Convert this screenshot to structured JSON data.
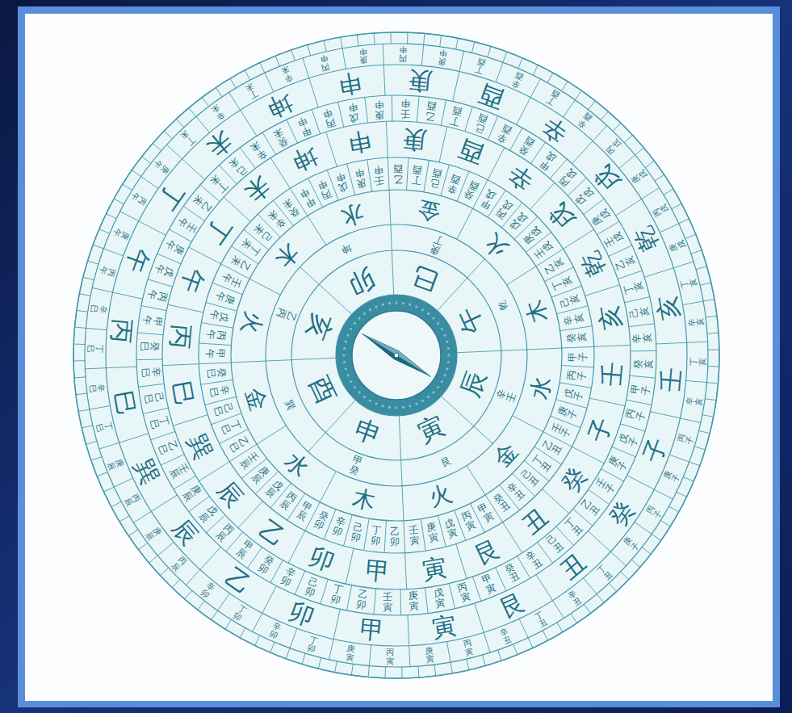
{
  "diagram": {
    "labels": [
      "辰",
      "寅",
      "申",
      "酉",
      "亥",
      "卯",
      "巳",
      "午",
      "辛壬",
      "艮",
      "甲癸",
      "巽",
      "乙丙",
      "坤",
      "庚丁",
      "乾",
      "水",
      "金",
      "火",
      "木",
      "水",
      "金",
      "火",
      "木",
      "水",
      "金",
      "火",
      "木",
      "甲子",
      "丙子",
      "戊子",
      "庚子",
      "壬子",
      "乙丑",
      "丁丑",
      "己丑",
      "辛丑",
      "癸丑",
      "甲寅",
      "丙寅",
      "戊寅",
      "庚寅",
      "壬寅",
      "乙卯",
      "丁卯",
      "己卯",
      "辛卯",
      "癸卯",
      "甲辰",
      "丙辰",
      "戊辰",
      "庚辰",
      "壬辰",
      "乙巳",
      "丁巳",
      "己巳",
      "辛巳",
      "癸巳",
      "甲午",
      "丙午",
      "戊午",
      "庚午",
      "壬午",
      "乙未",
      "丁未",
      "己未",
      "辛未",
      "癸未",
      "甲申",
      "丙申",
      "戊申",
      "庚申",
      "壬申",
      "乙酉",
      "丁酉",
      "己酉",
      "辛酉",
      "癸酉",
      "甲戌",
      "丙戌",
      "戊戌",
      "庚戌",
      "壬戌",
      "乙亥",
      "丁亥",
      "己亥",
      "辛亥",
      "癸亥",
      "子",
      "癸",
      "丑",
      "艮",
      "寅",
      "甲",
      "卯",
      "乙",
      "辰",
      "巽",
      "巳",
      "丙",
      "午",
      "丁",
      "未",
      "坤",
      "申",
      "庚",
      "酉",
      "辛",
      "戌",
      "乾",
      "亥",
      "壬",
      "甲子",
      "丙子",
      "戊子",
      "庚子",
      "壬子",
      "乙丑",
      "丁丑",
      "己丑",
      "辛丑",
      "癸丑",
      "甲寅",
      "丙寅",
      "戊寅",
      "庚寅",
      "壬寅",
      "乙卯",
      "丁卯",
      "己卯",
      "辛卯",
      "癸卯",
      "甲辰",
      "丙辰",
      "戊辰",
      "庚辰",
      "壬辰",
      "乙巳",
      "丁巳",
      "己巳",
      "辛巳",
      "癸巳",
      "甲午",
      "丙午",
      "戊午",
      "庚午",
      "壬午",
      "乙未",
      "丁未",
      "己未",
      "辛未",
      "癸未",
      "甲申",
      "丙申",
      "戊申",
      "庚申",
      "壬申",
      "乙酉",
      "丁酉",
      "己酉",
      "辛酉",
      "癸酉",
      "甲戌",
      "丙戌",
      "戊戌",
      "庚戌",
      "壬戌",
      "乙亥",
      "丁亥",
      "己亥",
      "辛亥",
      "癸亥",
      "子",
      "癸",
      "丑",
      "艮",
      "寅",
      "甲",
      "卯",
      "乙",
      "辰",
      "巽",
      "巳",
      "丙",
      "午",
      "丁",
      "未",
      "坤",
      "申",
      "庚",
      "酉",
      "辛",
      "戌",
      "乾",
      "亥",
      "壬",
      "丙子",
      "庚子",
      "丙子",
      "庚子",
      "丁丑",
      "辛丑",
      "丁丑",
      "辛丑",
      "丙寅",
      "庚寅",
      "丙寅",
      "庚寅",
      "丁卯",
      "辛卯",
      "丁卯",
      "辛卯",
      "丙辰",
      "庚辰",
      "丙辰",
      "庚辰",
      "丁巳",
      "辛巳",
      "丁巳",
      "辛巳",
      "丙午",
      "庚午",
      "丙午",
      "庚午",
      "丁未",
      "辛未",
      "丁未",
      "辛未",
      "丙申",
      "庚申",
      "丙申",
      "庚申",
      "丁酉",
      "辛酉",
      "丁酉",
      "辛酉",
      "丙戌",
      "庚戌",
      "丙戌",
      "庚戌",
      "丁亥",
      "辛亥",
      "丁亥",
      "辛亥"
    ]
  }
}
